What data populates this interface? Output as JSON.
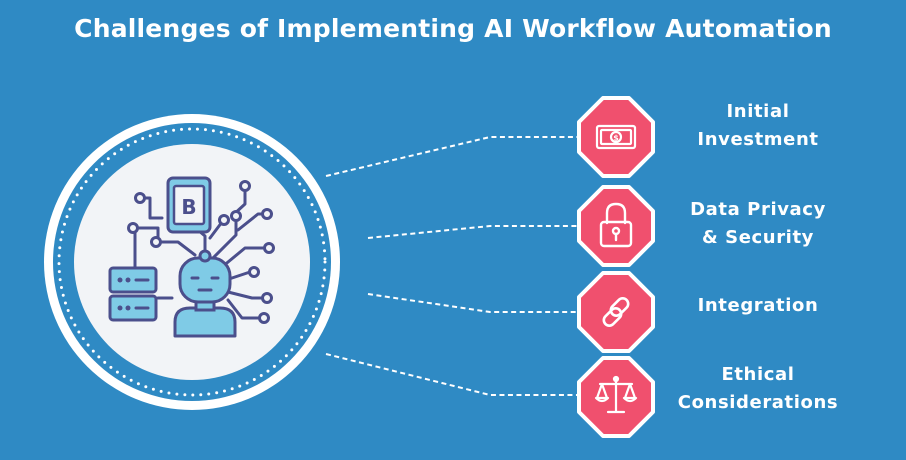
{
  "title": "Challenges of Implementing AI Workflow Automation",
  "colors": {
    "background": "#2f8ac4",
    "octagon": "#f0506e",
    "octagon_border": "#ffffff",
    "circle_bg": "#f2f4f7",
    "robot": "#7fcbe6",
    "circuit": "#4b4f8c"
  },
  "center_icon": "ai-robot-circuit-icon",
  "challenges": [
    {
      "icon": "money-bill-icon",
      "lines": [
        "Initial",
        "Investment"
      ]
    },
    {
      "icon": "padlock-icon",
      "lines": [
        "Data Privacy",
        "& Security"
      ]
    },
    {
      "icon": "chain-link-icon",
      "lines": [
        "Integration"
      ]
    },
    {
      "icon": "balance-scale-icon",
      "lines": [
        "Ethical",
        "Considerations"
      ]
    }
  ]
}
